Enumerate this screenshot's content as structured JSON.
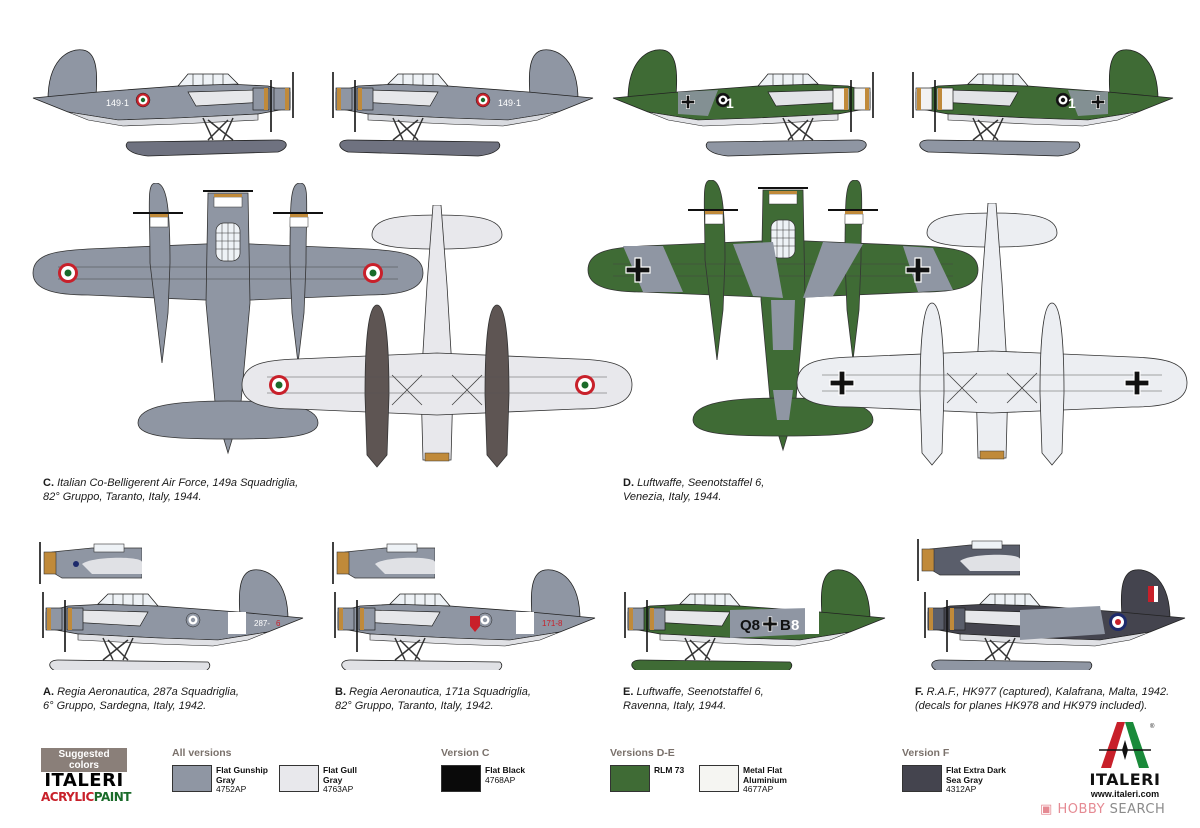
{
  "sheet": {
    "type": "model kit painting and decal guide",
    "colors": {
      "gunship_gray": "#8f96a3",
      "gull_gray": "#e8e8ec",
      "black": "#0a0a0a",
      "rlm73": "#3f6b35",
      "aluminium": "#f5f5f2",
      "extra_dark_sea_gray": "#44444e",
      "float_dark": "#5e5553",
      "roundel_red": "#c8202a",
      "roundel_green": "#1a6b2a",
      "cowl_orange": "#c08a3a"
    }
  },
  "versions": [
    {
      "letter": "C.",
      "text_line1": "Italian Co-Belligerent Air Force, 149a Squadriglia,",
      "text_line2": "82° Gruppo, Taranto, Italy, 1944.",
      "side_code": "149-1"
    },
    {
      "letter": "D.",
      "text_line1": "Luftwaffe, Seenotstaffel 6,",
      "text_line2": "Venezia, Italy, 1944.",
      "side_code": "1"
    },
    {
      "letter": "A.",
      "text_line1": "Regia Aeronautica, 287a Squadriglia,",
      "text_line2": "6° Gruppo, Sardegna, Italy, 1942.",
      "side_code": "287-6"
    },
    {
      "letter": "B.",
      "text_line1": "Regia Aeronautica, 171a Squadriglia,",
      "text_line2": "82° Gruppo, Taranto, Italy, 1942.",
      "side_code": "171-8"
    },
    {
      "letter": "E.",
      "text_line1": "Luftwaffe, Seenotstaffel 6,",
      "text_line2": "Ravenna, Italy, 1944.",
      "side_code": "Q8+B8"
    },
    {
      "letter": "F.",
      "text_line1": "R.A.F.,  HK977 (captured), Kalafrana, Malta, 1942.",
      "text_line2": "(decals for planes HK978 and HK979 included)."
    }
  ],
  "paint_legend": {
    "badge": "Suggested colors",
    "brand": "ITALERI",
    "line_a": "ACRYLIC",
    "line_b": "PAINT",
    "groups": [
      {
        "title": "All versions",
        "items": [
          {
            "name_1": "Flat Gunship",
            "name_2": "Gray",
            "code": "4752AP",
            "color": "#8f96a3"
          },
          {
            "name_1": "Flat Gull",
            "name_2": "Gray",
            "code": "4763AP",
            "color": "#e8e8ec"
          }
        ]
      },
      {
        "title": "Version C",
        "items": [
          {
            "name_1": "Flat Black",
            "name_2": "",
            "code": "4768AP",
            "color": "#0a0a0a"
          }
        ]
      },
      {
        "title": "Versions D-E",
        "items": [
          {
            "name_1": "RLM 73",
            "name_2": "",
            "code": "",
            "color": "#3f6b35"
          },
          {
            "name_1": "Metal Flat",
            "name_2": "Aluminium",
            "code": "4677AP",
            "color": "#f5f5f2"
          }
        ]
      },
      {
        "title": "Version F",
        "items": [
          {
            "name_1": "Flat Extra Dark",
            "name_2": "Sea Gray",
            "code": "4312AP",
            "color": "#44444e"
          }
        ]
      }
    ]
  },
  "logo": {
    "word": "ITALERI",
    "url": "www.italeri.com",
    "registered": "®"
  },
  "watermark": {
    "part1": "H",
    "part2": "HOBBY",
    "part3": "SEARCH"
  }
}
